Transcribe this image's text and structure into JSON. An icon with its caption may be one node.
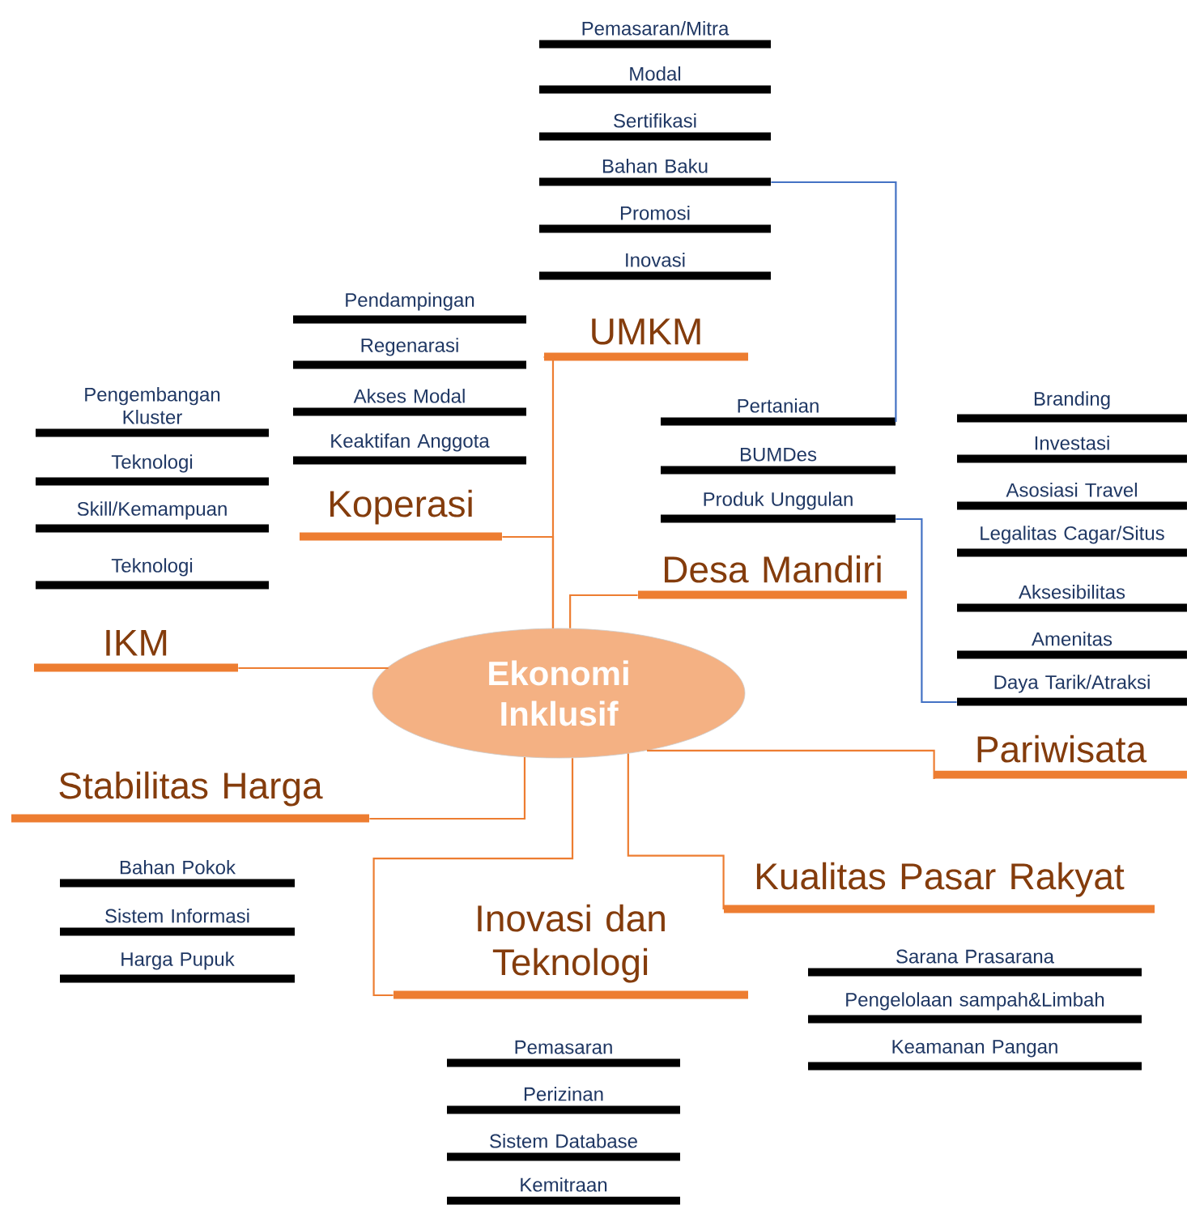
{
  "diagram": {
    "nodes": [
      {
        "text": [
          "Ekonomi Inklusif"
        ]
      },
      {
        "text": [
          "UMKM"
        ]
      },
      {
        "text": [
          "Pemasaran/Mitra"
        ]
      },
      {
        "text": [
          "Modal"
        ]
      },
      {
        "text": [
          "Sertifikasi"
        ]
      },
      {
        "text": [
          "Bahan Baku"
        ]
      },
      {
        "text": [
          "Promosi"
        ]
      },
      {
        "text": [
          "Inovasi"
        ]
      },
      {
        "text": [
          "Koperasi"
        ]
      },
      {
        "text": [
          "Pendampingan"
        ]
      },
      {
        "text": [
          "Regenarasi"
        ]
      },
      {
        "text": [
          "Akses Modal"
        ]
      },
      {
        "text": [
          "Keaktifan Anggota"
        ]
      },
      {
        "text": [
          "IKM"
        ]
      },
      {
        "text": [
          "Pengembangan Kluster"
        ]
      },
      {
        "text": [
          "Teknologi"
        ]
      },
      {
        "text": [
          "Skill/Kemampuan"
        ]
      },
      {
        "text": [
          "Teknologi"
        ]
      },
      {
        "text": [
          "Desa Mandiri"
        ]
      },
      {
        "text": [
          "Pertanian"
        ]
      },
      {
        "text": [
          "BUMDes"
        ]
      },
      {
        "text": [
          "Produk Unggulan"
        ]
      },
      {
        "text": [
          "Pariwisata"
        ]
      },
      {
        "text": [
          "Branding"
        ]
      },
      {
        "text": [
          "Investasi"
        ]
      },
      {
        "text": [
          "Asosiasi Travel"
        ]
      },
      {
        "text": [
          "Legalitas Cagar/Situs"
        ]
      },
      {
        "text": [
          "Aksesibilitas"
        ]
      },
      {
        "text": [
          "Amenitas"
        ]
      },
      {
        "text": [
          "Daya Tarik/Atraksi"
        ]
      },
      {
        "text": [
          "Stabilitas Harga"
        ]
      },
      {
        "text": [
          "Bahan Pokok"
        ]
      },
      {
        "text": [
          "Sistem Informasi"
        ]
      },
      {
        "text": [
          "Harga Pupuk"
        ]
      },
      {
        "text": [
          "Inovasi dan Teknologi"
        ]
      },
      {
        "text": [
          "Pemasaran"
        ]
      },
      {
        "text": [
          "Perizinan"
        ]
      },
      {
        "text": [
          "Sistem Database"
        ]
      },
      {
        "text": [
          "Kemitraan"
        ]
      },
      {
        "text": [
          "Kualitas Pasar Rakyat"
        ]
      },
      {
        "text": [
          "Sarana Prasarana"
        ]
      },
      {
        "text": [
          "Pengelolaan sampah&Limbah"
        ]
      },
      {
        "text": [
          "Keamanan Pangan"
        ]
      }
    ],
    "edges": [
      {
        "from": 0,
        "to": 1,
        "arrow": "none"
      },
      {
        "from": 0,
        "to": 8,
        "arrow": "none"
      },
      {
        "from": 0,
        "to": 13,
        "arrow": "none"
      },
      {
        "from": 0,
        "to": 18,
        "arrow": "none"
      },
      {
        "from": 0,
        "to": 22,
        "arrow": "none"
      },
      {
        "from": 0,
        "to": 30,
        "arrow": "none"
      },
      {
        "from": 0,
        "to": 34,
        "arrow": "none"
      },
      {
        "from": 0,
        "to": 39,
        "arrow": "none"
      },
      {
        "from": 5,
        "to": 19,
        "arrow": "none",
        "color": "#4472c4"
      },
      {
        "from": 21,
        "to": 29,
        "arrow": "none",
        "color": "#4472c4"
      }
    ]
  }
}
